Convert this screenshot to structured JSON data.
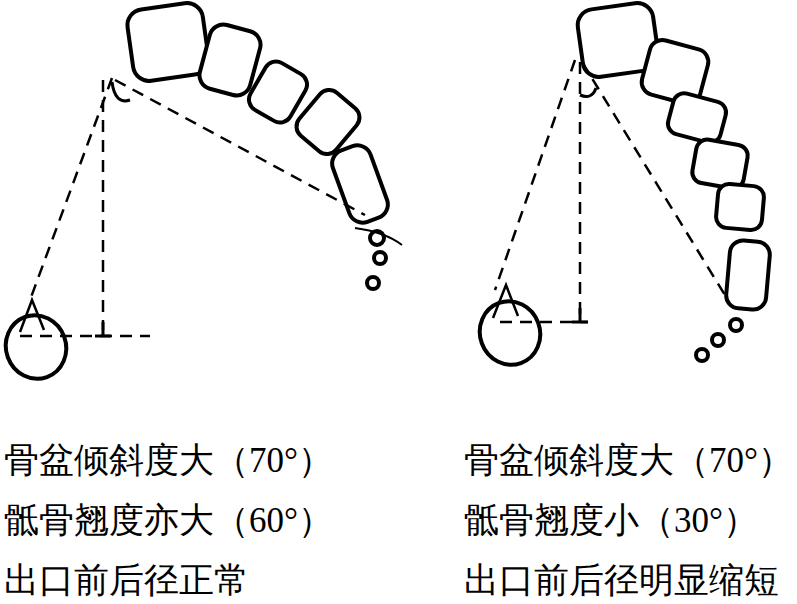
{
  "diagram": {
    "labels": [
      "骨盆倾斜度大（70°）",
      "骨盆倾斜度大（70°）",
      "骶骨翘度亦大（60°）",
      "骶骨翘度小（30°）",
      "出口前后径正常",
      "出口前后径明显缩短"
    ]
  }
}
